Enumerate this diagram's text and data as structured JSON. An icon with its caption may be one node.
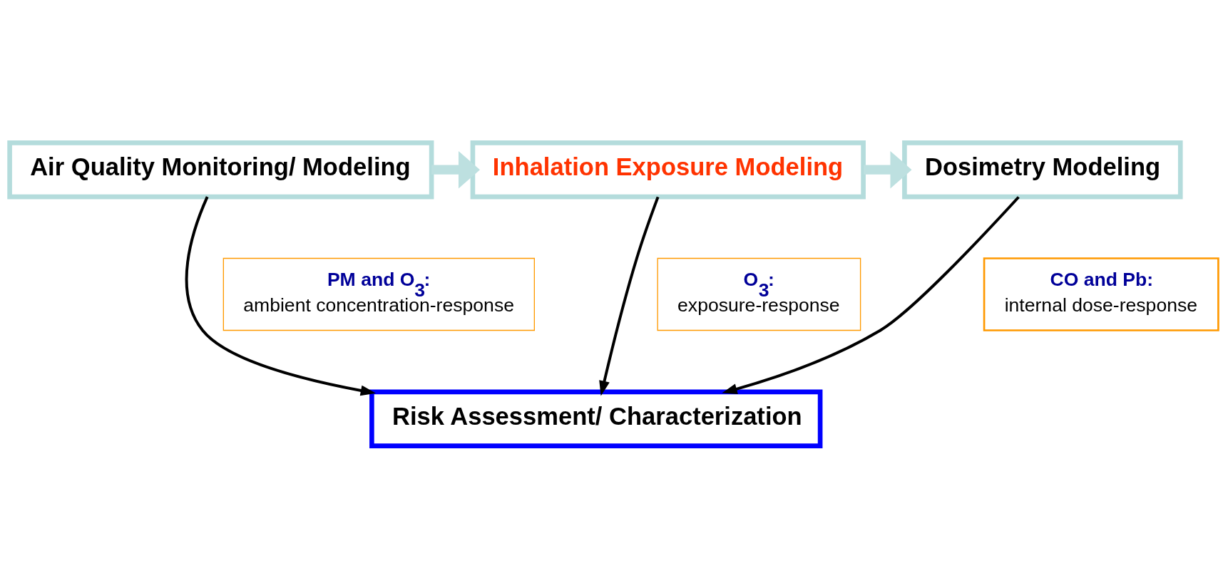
{
  "diagram": {
    "nodes": [
      {
        "text": [
          "Air Quality Monitoring/ Modeling"
        ]
      },
      {
        "text": [
          "Inhalation Exposure Modeling"
        ]
      },
      {
        "text": [
          "Dosimetry Modeling"
        ]
      },
      {
        "text": [
          "Risk Assessment/ Characterization"
        ]
      },
      {
        "text": [
          "PM and O$_{3}$:",
          "ambient concentration-response"
        ]
      },
      {
        "text": [
          "O$_{3}$:",
          "exposure-response"
        ]
      },
      {
        "text": [
          "CO and Pb:",
          "internal dose-response"
        ]
      }
    ],
    "edges": [
      {
        "from": 0,
        "to": 1,
        "arrow": "to",
        "style": "thick",
        "color": "#bde0e0"
      },
      {
        "from": 1,
        "to": 2,
        "arrow": "to",
        "style": "thick",
        "color": "#bde0e0"
      },
      {
        "from": 0,
        "to": 3,
        "arrow": "to"
      },
      {
        "from": 1,
        "to": 3,
        "arrow": "to"
      },
      {
        "from": 2,
        "to": 3,
        "arrow": "to"
      }
    ]
  }
}
